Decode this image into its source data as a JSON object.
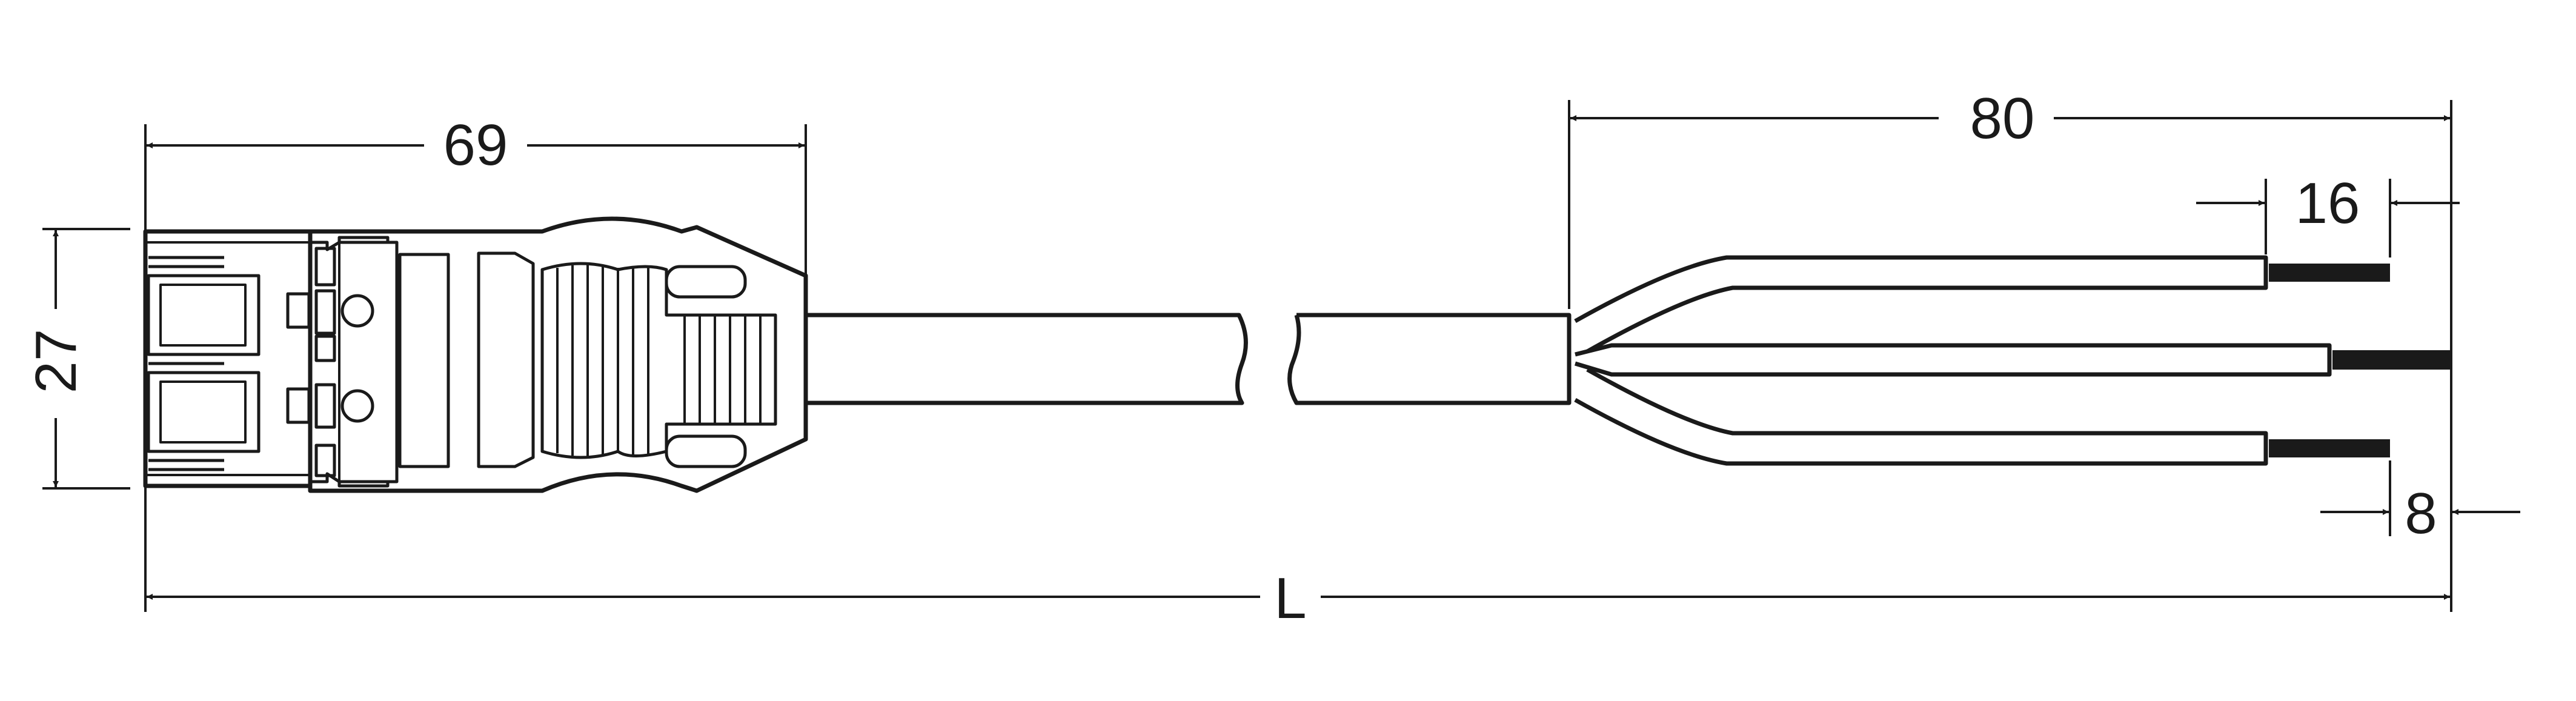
{
  "dimensions": {
    "housing_length": "69",
    "housing_height": "27",
    "strip_length": "80",
    "conductor_strip_outer": "16",
    "conductor_strip_inner": "8",
    "total_length": "L"
  },
  "colors": {
    "line": "#1a1a1a",
    "background": "#ffffff"
  }
}
